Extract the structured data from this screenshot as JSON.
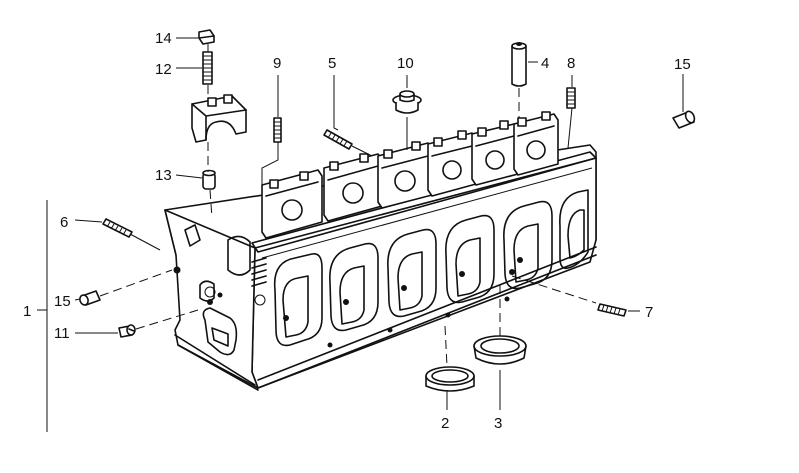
{
  "callouts": {
    "c1": "1",
    "c2": "2",
    "c3": "3",
    "c4": "4",
    "c5": "5",
    "c6": "6",
    "c7": "7",
    "c8": "8",
    "c9": "9",
    "c10": "10",
    "c11": "11",
    "c12": "12",
    "c13": "13",
    "c14": "14",
    "c15a": "15",
    "c15b": "15"
  }
}
